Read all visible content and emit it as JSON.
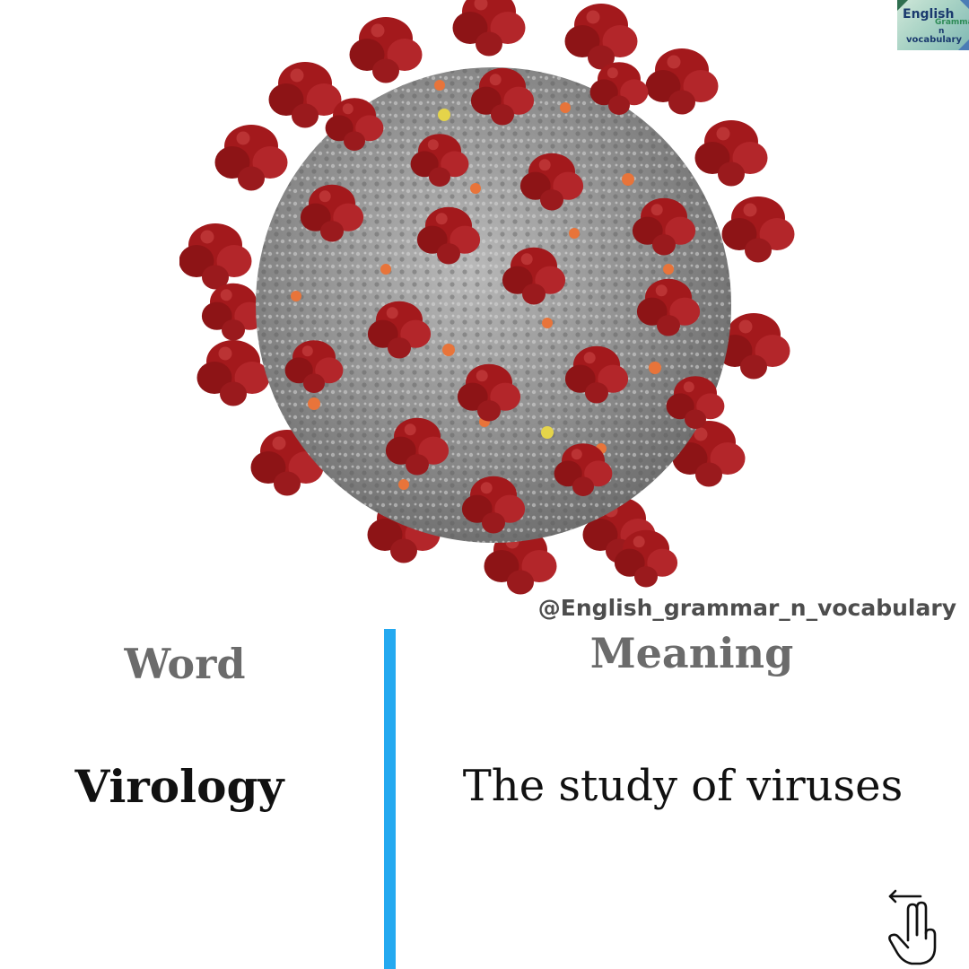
{
  "brand": {
    "logo_line1": "English",
    "logo_line2": "Grammar",
    "logo_line3": "n",
    "logo_line4": "vocabulary"
  },
  "handle": "@English_grammar_n_vocabulary",
  "vocab": {
    "word_heading": "Word",
    "meaning_heading": "Meaning",
    "word": "Virology",
    "meaning": "The study of viruses"
  },
  "colors": {
    "divider": "#24a9f0",
    "heading": "#6b6b6b",
    "body_text": "#111111",
    "virus_core": "#9a9a9a",
    "virus_spike": "#a3191c",
    "virus_dot": "#e8743a"
  },
  "icons": {
    "illustration": "coronavirus-illustration",
    "swipe": "swipe-left-hand-icon"
  }
}
